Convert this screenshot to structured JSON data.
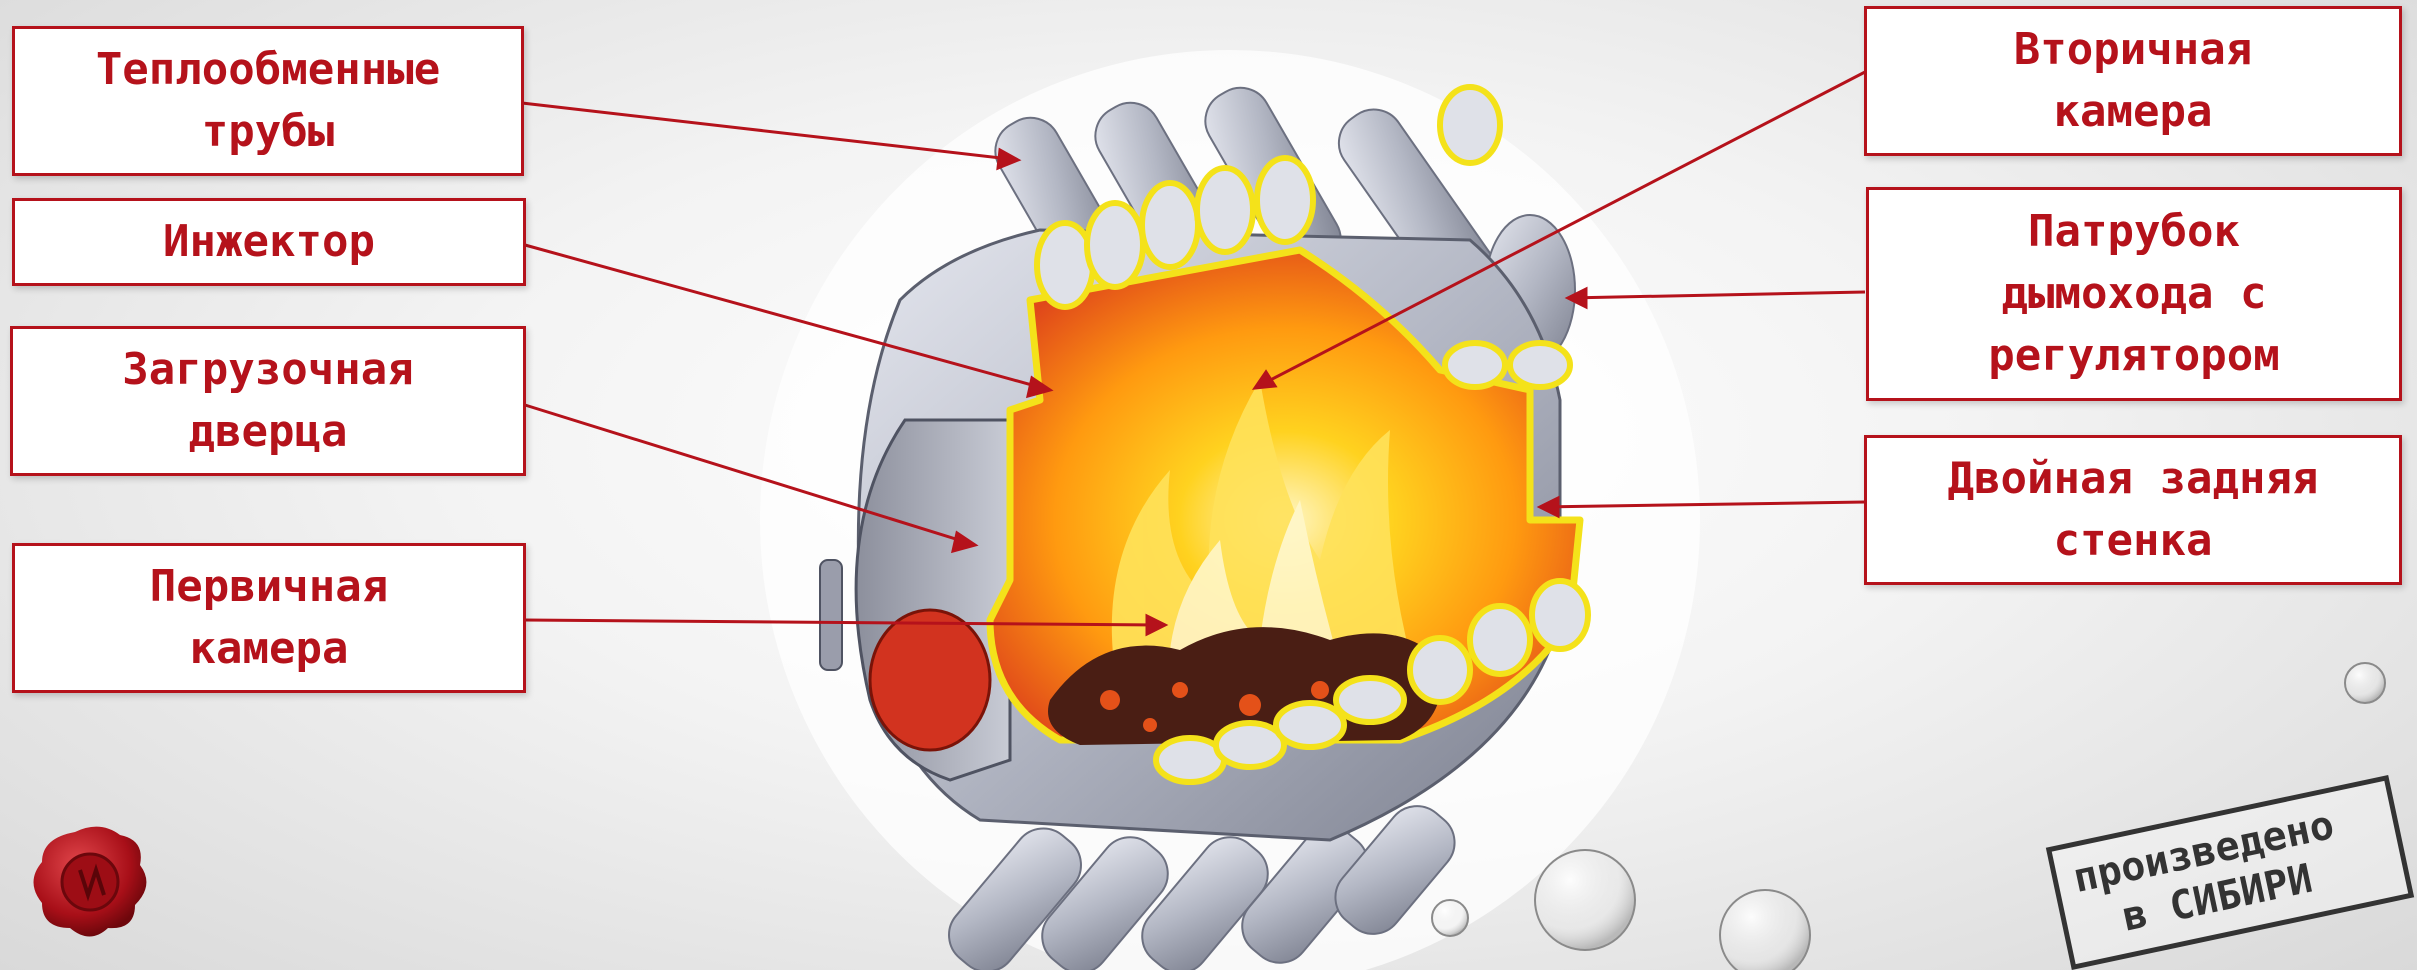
{
  "labels": {
    "heat_exchange_pipes": [
      "Теплообменные",
      "трубы"
    ],
    "injector": [
      "Инжектор"
    ],
    "loading_door": [
      "Загрузочная",
      "дверца"
    ],
    "primary_chamber": [
      "Первичная",
      "камера"
    ],
    "secondary_chamber": [
      "Вторичная",
      "камера"
    ],
    "flue_pipe": [
      "Патрубок",
      "дымохода с",
      "регулятором"
    ],
    "double_back_wall": [
      "Двойная задняя",
      "стенка"
    ]
  },
  "stamp": {
    "line1": "произведено",
    "line2": "в СИБИРИ"
  },
  "colors": {
    "label_red": "#b5121b",
    "flame_yellow": "#ffd21f",
    "flame_orange": "#ff8a00",
    "steel": "#b9bcc7",
    "outline_yellow": "#f4e21a"
  }
}
